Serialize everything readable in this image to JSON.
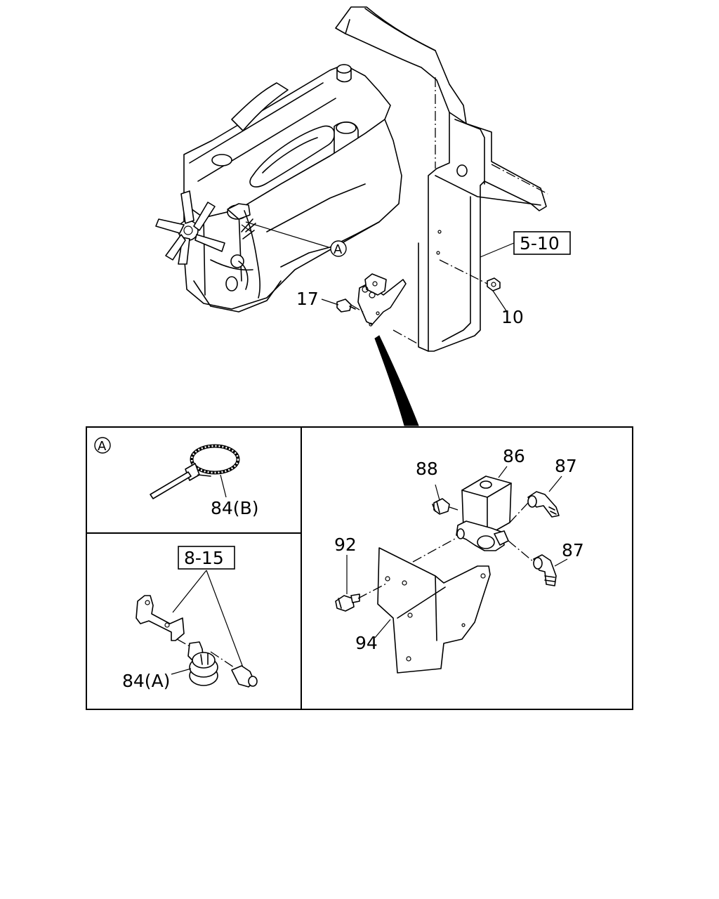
{
  "diagram": {
    "top": {
      "ref_box": "5-10",
      "callout_a": "A",
      "label_17": "17",
      "label_10": "10"
    },
    "panel_a": {
      "marker": "A",
      "label_84b": "84(B)"
    },
    "panel_clip": {
      "ref_box": "8-15",
      "label_84a": "84(A)"
    },
    "panel_valve": {
      "label_86": "86",
      "label_87_top": "87",
      "label_87_bottom": "87",
      "label_88": "88",
      "label_92": "92",
      "label_94": "94"
    }
  }
}
